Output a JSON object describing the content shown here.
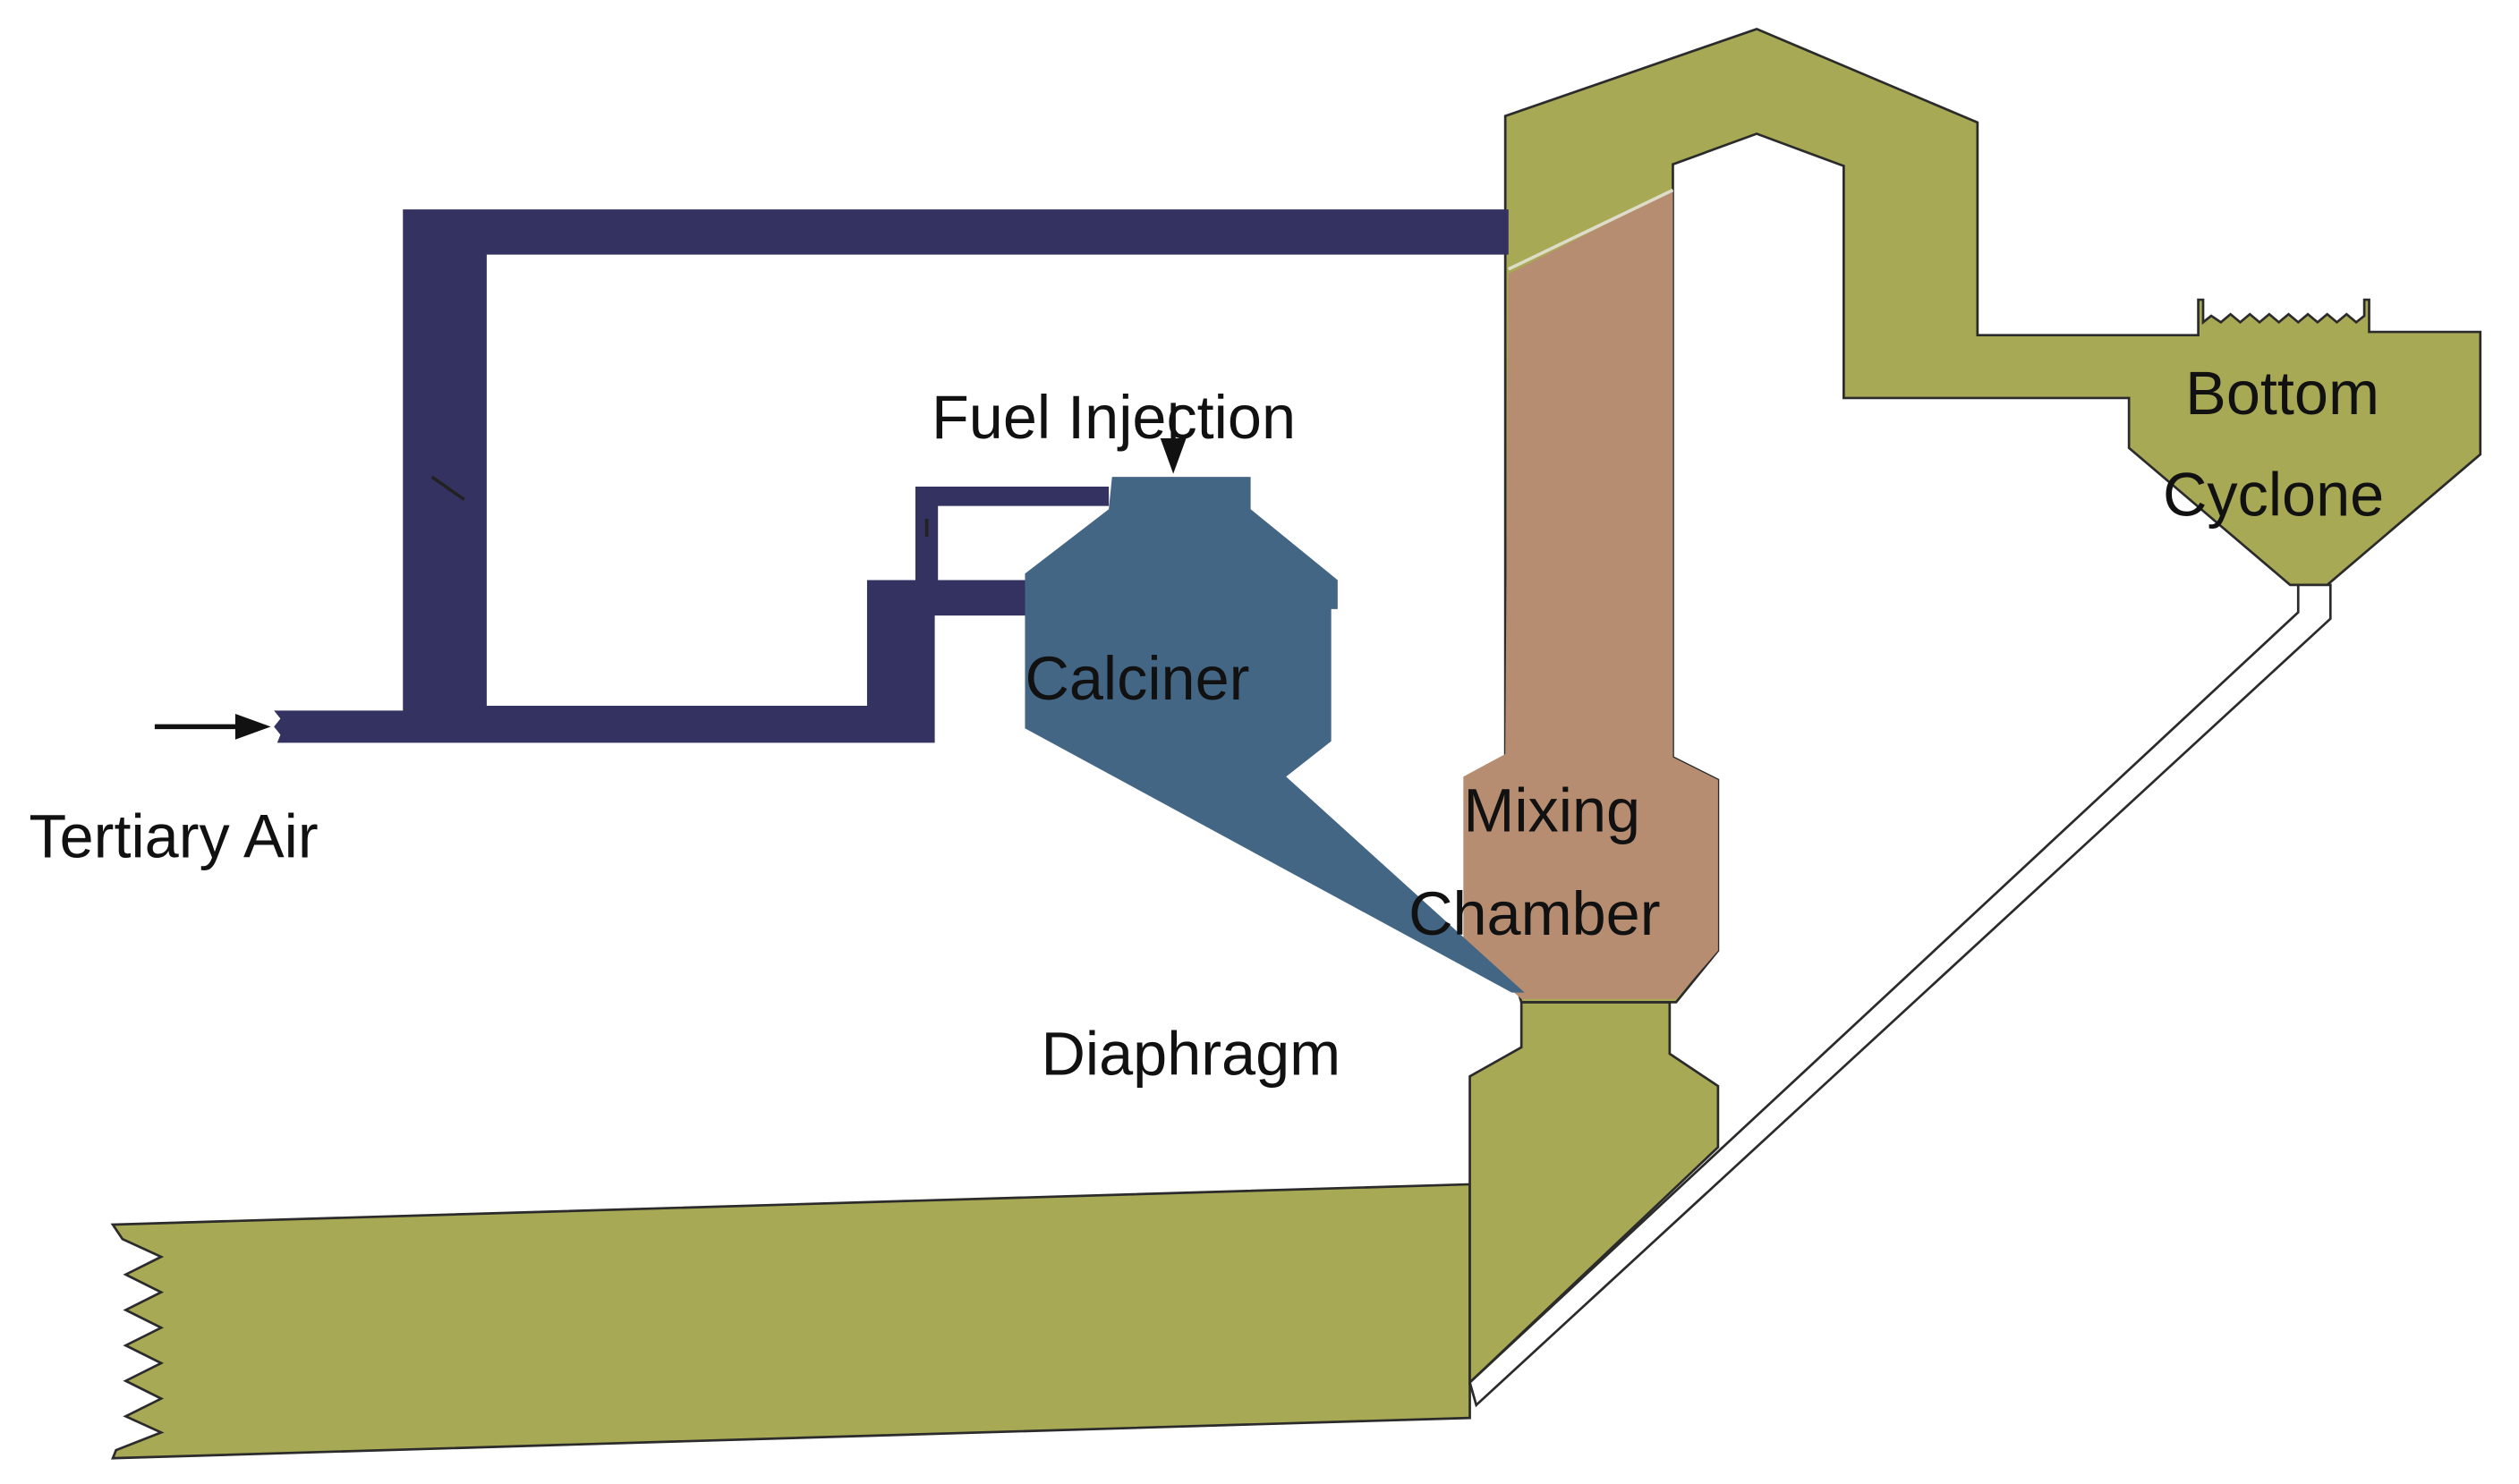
{
  "diagram": {
    "labels": {
      "tertiary_air": "Tertiary Air",
      "fuel_injection": "Fuel Injection",
      "calciner": "Calciner",
      "mixing_chamber_line1": "Mixing",
      "mixing_chamber_line2": "Chamber",
      "diaphragm": "Diaphragm",
      "bottom_cyclone_line1": "Bottom",
      "bottom_cyclone_line2": "Cyclone"
    },
    "colors": {
      "tertiary_air_duct": "#343261",
      "calciner": "#446685",
      "mixing_chamber": "#B78D71",
      "gas_duct": "#A8A955",
      "outline": "#2b2b2b",
      "material_chute": "#ffffff",
      "text": "#111111"
    }
  }
}
